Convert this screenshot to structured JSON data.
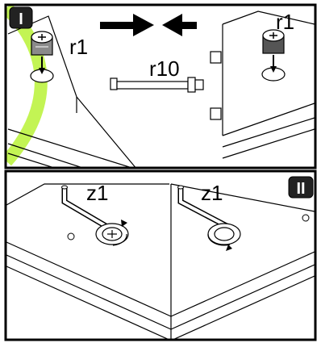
{
  "panel_top": {
    "step_label": "I",
    "part_left": "r1",
    "part_center": "r10",
    "part_right": "r1"
  },
  "panel_bottom": {
    "step_label": "II",
    "tool_left": "z1",
    "tool_right": "z1"
  },
  "colors": {
    "line": "#000000",
    "watermark_green": "#b9f236",
    "badge_fill": "#222222",
    "cam_gray": "#7a7a7a"
  }
}
